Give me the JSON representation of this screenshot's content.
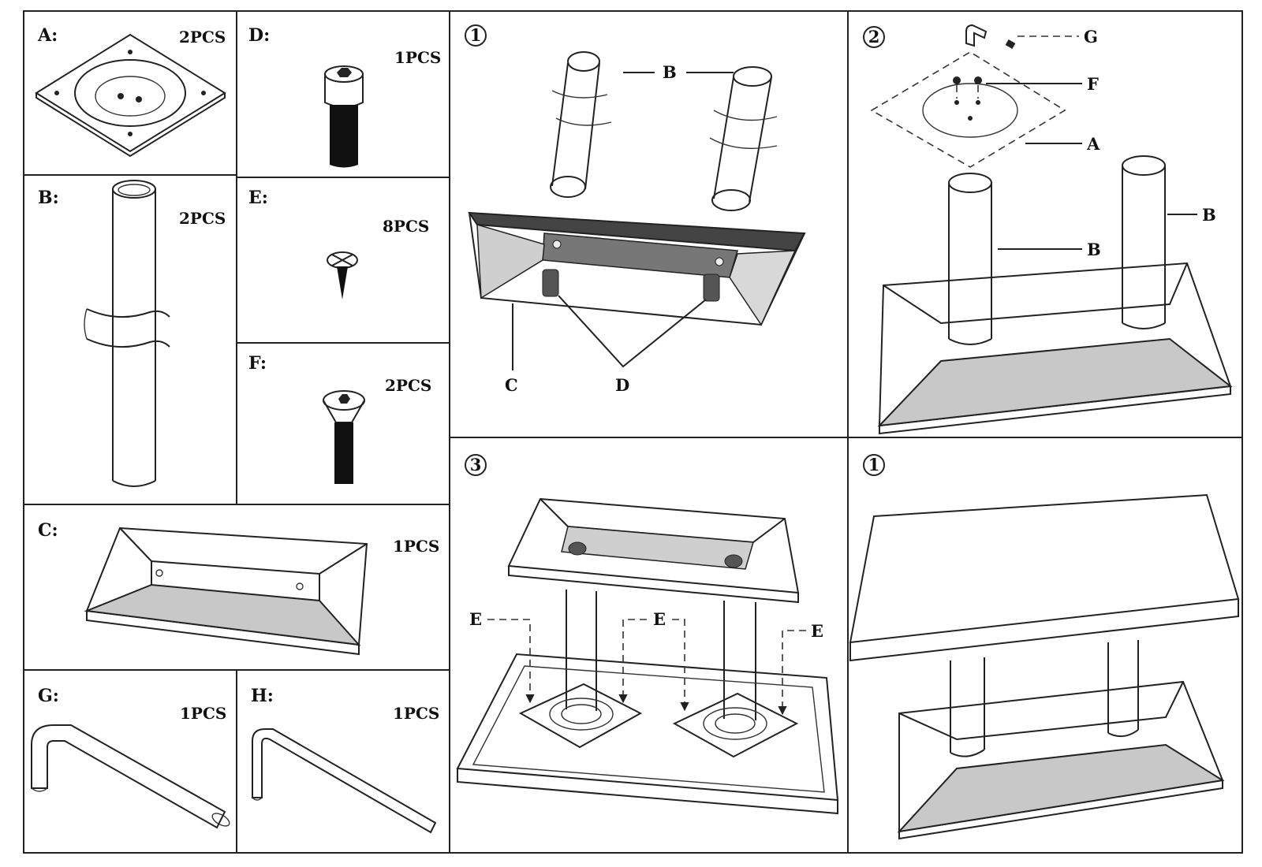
{
  "parts": {
    "A": {
      "label": "A:",
      "qty": "2PCS"
    },
    "B": {
      "label": "B:",
      "qty": "2PCS"
    },
    "C": {
      "label": "C:",
      "qty": "1PCS"
    },
    "D": {
      "label": "D:",
      "qty": "1PCS"
    },
    "E": {
      "label": "E:",
      "qty": "8PCS"
    },
    "F": {
      "label": "F:",
      "qty": "2PCS"
    },
    "G": {
      "label": "G:",
      "qty": "1PCS"
    },
    "H": {
      "label": "H:",
      "qty": "1PCS"
    }
  },
  "steps": {
    "s1": {
      "number": "1",
      "callouts": {
        "b": "B",
        "c": "C",
        "d": "D"
      }
    },
    "s2": {
      "number": "2",
      "callouts": {
        "g": "G",
        "f": "F",
        "a": "A",
        "b1": "B",
        "b2": "B"
      }
    },
    "s3": {
      "number": "3",
      "callouts": {
        "e1": "E",
        "e2": "E",
        "e3": "E"
      }
    },
    "s4": {
      "number": "1"
    }
  }
}
